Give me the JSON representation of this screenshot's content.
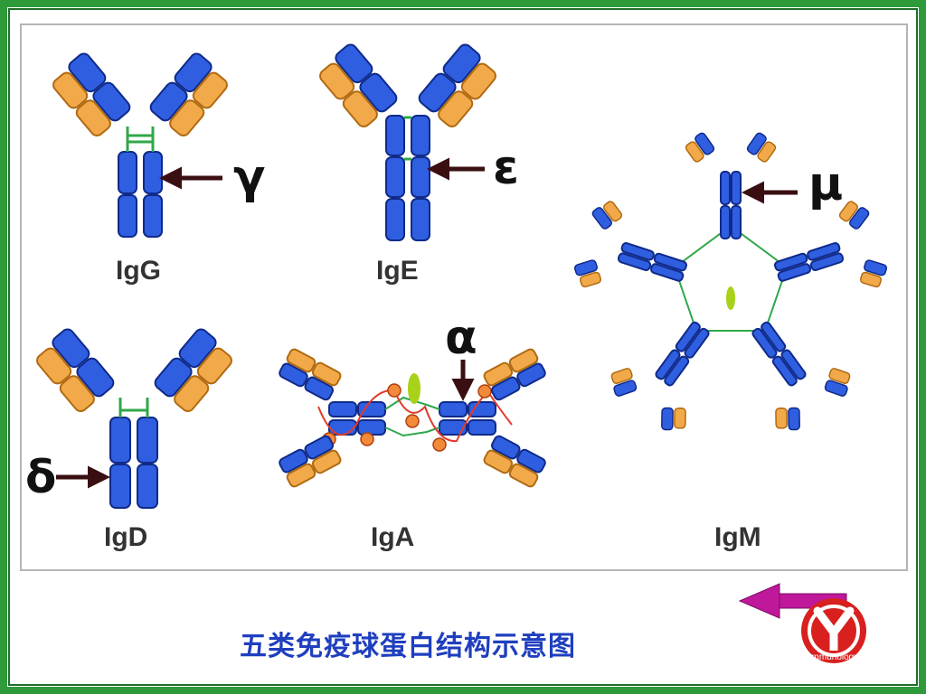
{
  "slide": {
    "caption": "五类免疫球蛋白结构示意图",
    "colors": {
      "frame_green": "#2e9a3a",
      "heavy_chain_blue": "#2f5fe0",
      "light_chain_orange": "#f2a94a",
      "hinge_green": "#2fa84a",
      "j_chain_red": "#e23a2a",
      "joining_orange": "#f28a3a",
      "arrow_dark": "#3a0f12",
      "caption_blue": "#1f3fbf",
      "nav_magenta": "#c0189a",
      "logo_red": "#d8201f"
    }
  },
  "antibodies": [
    {
      "class": "IgG",
      "heavy_chain_symbol": "γ"
    },
    {
      "class": "IgE",
      "heavy_chain_symbol": "ε"
    },
    {
      "class": "IgM",
      "heavy_chain_symbol": "μ"
    },
    {
      "class": "IgD",
      "heavy_chain_symbol": "δ"
    },
    {
      "class": "IgA",
      "heavy_chain_symbol": "α"
    }
  ],
  "logo": {
    "text": "Immunology",
    "icon": "antibody-y-icon"
  },
  "navigation": {
    "back_icon": "left-arrow-icon"
  }
}
